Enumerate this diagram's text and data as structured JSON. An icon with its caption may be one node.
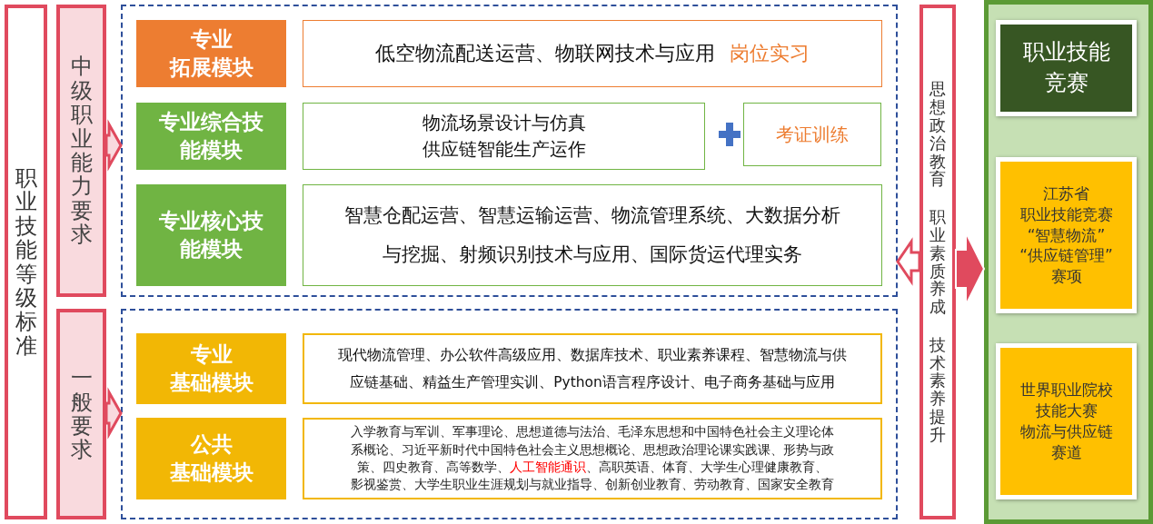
{
  "diagram": {
    "nodes": [
      {
        "text": [
          "职业技能等级标准"
        ]
      },
      {
        "text": [
          "中级职业能力要求"
        ]
      },
      {
        "text": [
          "一般要求"
        ]
      },
      {
        "text": [],
        "shape": "box"
      },
      {
        "text": [
          "专业拓展模块"
        ],
        "in": 3
      },
      {
        "text": [
          "低空物流配送运营、物联网技术与应用",
          "岗位实习"
        ],
        "in": 3
      },
      {
        "text": [
          "专业综合技能模块"
        ],
        "in": 3
      },
      {
        "text": [
          "物流场景设计与仿真供应链智能生产运作"
        ],
        "in": 3
      },
      {
        "text": [
          "考证训练"
        ],
        "in": 3
      },
      {
        "text": [
          "专业核心技能模块"
        ],
        "in": 3
      },
      {
        "text": [
          "智慧仓配运营、智慧运输运营、物流管理系统、大数据分析与挖掘、射频识别技术与应用、国际货运代理实务"
        ],
        "in": 3
      },
      {
        "text": [],
        "shape": "box"
      },
      {
        "text": [
          "专业基础模块"
        ],
        "in": 11
      },
      {
        "text": [
          "现代物流管理、办公软件高级应用、数据库技术、职业素养课程、智慧物流与供应链基础、精益生产管理实训、Python语言程序设计、电子商务基础与应用"
        ],
        "in": 11
      },
      {
        "text": [
          "公共基础模块"
        ],
        "in": 11
      },
      {
        "text": [
          "入学教育与军训、军事理论、思想道德与法治、毛泽东思想和中国特色社会主义理论体系概论、习近平新时代中国特色社会主义思想概论、思想政治理论课实践课、形势与政策、四史教育、高等数学、",
          "人工智能通识",
          "、高职英语、体育、大学生心理健康教育、影视鉴赏、大学生职业生涯规划与就业指导、创新创业教育、劳动教育、国家安全教育"
        ],
        "in": 11
      },
      {
        "text": [
          "思想政治教育",
          "职业素质养成",
          "技术素养提升"
        ]
      },
      {
        "text": [],
        "shape": "box"
      },
      {
        "text": [
          "职业技能竞赛"
        ],
        "in": 17
      },
      {
        "text": [
          "江苏省职业技能竞赛“智慧物流”“供应链管理”赛项"
        ],
        "in": 17
      },
      {
        "text": [
          "世界职业院校技能大赛物流与供应链赛道"
        ],
        "in": 17
      }
    ],
    "edges": [
      {
        "from": 1,
        "to": 3,
        "arrow": "to"
      },
      {
        "from": 2,
        "to": 11,
        "arrow": "to"
      },
      {
        "from": 16,
        "to": 3,
        "arrow": "to"
      },
      {
        "from": 16,
        "to": 17,
        "arrow": "to"
      }
    ]
  }
}
